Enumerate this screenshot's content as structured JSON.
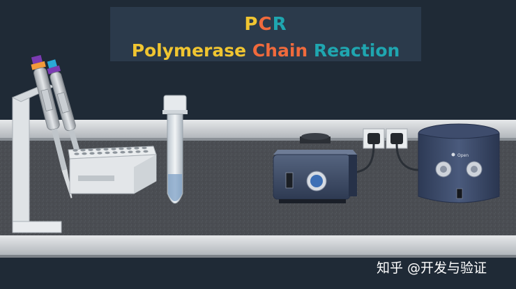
{
  "title": {
    "line1": {
      "part1": "P",
      "part2": "C",
      "part3": "R"
    },
    "line2": {
      "word1": "Polymerase",
      "word2": "Chain",
      "word3": "Reaction"
    }
  },
  "centrifuge_label": "Open",
  "watermark": "知乎 @开发与验证",
  "colors": {
    "background": "#1f2a36",
    "title_panel": "#2b3a4b",
    "yellow": "#f0c531",
    "orange": "#f06a3c",
    "teal": "#1fa6b0",
    "bench": "#4a4d52",
    "bench_edge": "#c9cdd2",
    "instrument_blue": "#3b4a66"
  }
}
